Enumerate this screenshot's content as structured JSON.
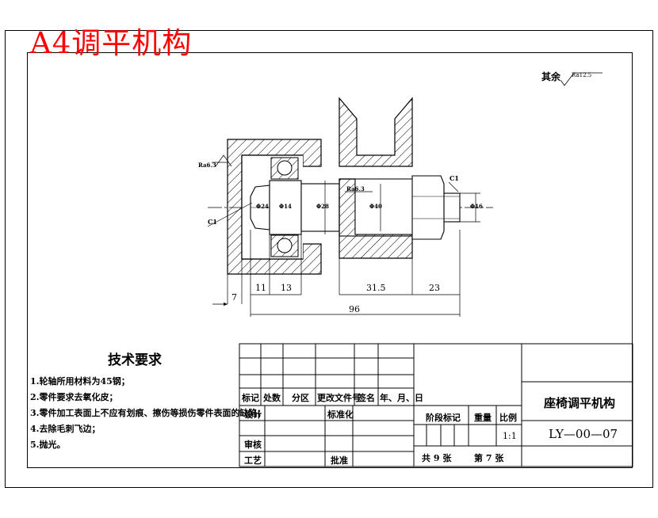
{
  "title": "A4调平机构",
  "roughness_note": {
    "label": "其余",
    "value": "Ra12.5"
  },
  "drawing": {
    "roughness_labels": [
      "Ra6.3",
      "Ra6.3"
    ],
    "chamfer_labels": [
      "C1",
      "C1"
    ],
    "dimensions": [
      "7",
      "11",
      "13",
      "31.5",
      "23",
      "96"
    ],
    "diameter_labels": [
      "Φ28",
      "Φ14",
      "Φ40",
      "Φ24",
      "Φ16"
    ]
  },
  "tech_requirements": {
    "heading": "技术要求",
    "items": [
      "1.轮轴所用材料为45钢；",
      "2.零件要求去氧化皮；",
      "3.零件加工表面上不应有划痕、擦伤等损伤零件表面的缺陷；",
      "4.去除毛刺飞边；",
      "5.抛光。"
    ]
  },
  "title_block": {
    "headers": [
      "标记",
      "处数",
      "分区",
      "更改文件号",
      "签名",
      "年、月、日"
    ],
    "design": "设计",
    "standardize": "标准化",
    "review": "审核",
    "process": "工艺",
    "approve": "批准",
    "stage_mark": "阶段标记",
    "weight": "重量",
    "scale_label": "比例",
    "scale_value": "1:1",
    "sheet_total": "共 9 张",
    "sheet_no": "第 7 张",
    "part_name": "座椅调平机构",
    "drawing_no": "LY—00—07"
  }
}
